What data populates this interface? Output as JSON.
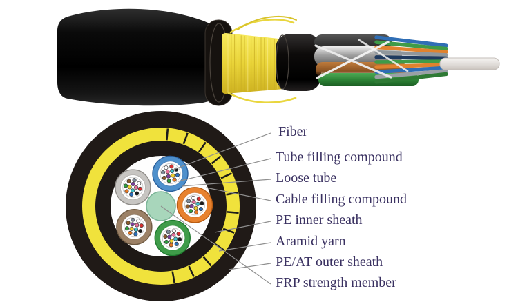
{
  "page": {
    "background": "#ffffff"
  },
  "photo": {
    "subject": "stripped fiber optic cable end",
    "visible_parts": [
      "outer jacket",
      "aramid yarn",
      "inner sheath",
      "loose tubes",
      "fiber bundle",
      "FRP rod"
    ]
  },
  "diagram": {
    "labels": [
      "Fiber",
      "Tube filling compound",
      "Loose tube",
      "Cable filling compound",
      "PE inner sheath",
      "Aramid yarn",
      "PE/AT outer sheath",
      "FRP strength member"
    ],
    "label_color": "#3a3161",
    "loose_tube_count": 5,
    "fibers_per_tube": 12,
    "colors": {
      "outer_sheath": "#201a17",
      "aramid_ring": "#f0e23c",
      "inner_sheath": "#1e1916",
      "interior": "#fefefe",
      "frp_fill": "#a8d6bb",
      "frp_stroke": "#7cb598",
      "leader_line": "#8f8f8f",
      "aramid_tick": "#1c1c1c",
      "tubes": [
        {
          "name": "blue",
          "fill": "#4e90cc",
          "stroke": "#2a5f9b"
        },
        {
          "name": "orange",
          "fill": "#e8822e",
          "stroke": "#b85c12"
        },
        {
          "name": "green",
          "fill": "#3f9c49",
          "stroke": "#1f7a2e"
        },
        {
          "name": "brown",
          "fill": "#9c8166",
          "stroke": "#6f5a42"
        },
        {
          "name": "gray",
          "fill": "#c7c5c2",
          "stroke": "#908d89"
        }
      ],
      "fiber_dots": [
        "#2a6ebb",
        "#e87722",
        "#2e9e3f",
        "#8b5a2b",
        "#7d8a99",
        "#ffffff",
        "#d62f2f",
        "#1a1a1a",
        "#efd02e",
        "#7e3f9d",
        "#e8709a",
        "#41c0c8"
      ]
    }
  }
}
